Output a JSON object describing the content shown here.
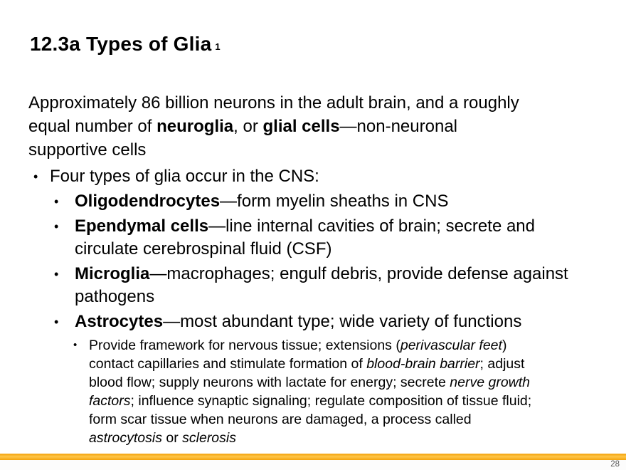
{
  "colors": {
    "accent": "#F3A20D",
    "accent_light": "#FFC648",
    "page_number_color": "#595959",
    "text": "#000000",
    "background": "#FFFFFF"
  },
  "glyphs": {
    "bullet": "•"
  },
  "title": {
    "text": "12.3a Types of Glia",
    "footnote_marker": "1"
  },
  "content": {
    "intro": {
      "runs": [
        {
          "t": "Approximately 86 billion neurons in the adult brain, and a roughly\nequal number of "
        },
        {
          "t": "neuroglia",
          "b": true
        },
        {
          "t": ", or "
        },
        {
          "t": "glial cells",
          "b": true
        },
        {
          "t": "—non-neuronal\nsupportive cells"
        }
      ]
    },
    "bullets": [
      {
        "level": 1,
        "runs": [
          {
            "t": "Four types of glia occur in the CNS:"
          }
        ]
      },
      {
        "level": 2,
        "runs": [
          {
            "t": "Oligodendrocytes",
            "b": true
          },
          {
            "t": "—form myelin sheaths in CNS"
          }
        ]
      },
      {
        "level": 2,
        "runs": [
          {
            "t": "Ependymal cells",
            "b": true
          },
          {
            "t": "—line internal cavities of brain; secrete and\ncirculate cerebrospinal fluid (CSF)"
          }
        ]
      },
      {
        "level": 2,
        "runs": [
          {
            "t": "Microglia",
            "b": true
          },
          {
            "t": "—macrophages; engulf debris, provide defense against\npathogens"
          }
        ]
      },
      {
        "level": 2,
        "runs": [
          {
            "t": "Astrocytes",
            "b": true
          },
          {
            "t": "—most abundant type; wide variety of functions"
          }
        ]
      },
      {
        "level": 3,
        "runs": [
          {
            "t": "Provide framework for nervous tissue; extensions ("
          },
          {
            "t": "perivascular feet",
            "i": true
          },
          {
            "t": ")\ncontact capillaries and stimulate formation of "
          },
          {
            "t": "blood-brain barrier",
            "i": true
          },
          {
            "t": "; adjust\nblood flow; supply neurons with lactate for energy; secrete "
          },
          {
            "t": "nerve growth\nfactors",
            "i": true
          },
          {
            "t": "; influence synaptic signaling; regulate composition of tissue fluid;\nform scar tissue when neurons are damaged, a process called\n"
          },
          {
            "t": "astrocytosis",
            "i": true
          },
          {
            "t": " or "
          },
          {
            "t": "sclerosis",
            "i": true
          }
        ]
      }
    ]
  },
  "footer": {
    "page_number": "28"
  }
}
